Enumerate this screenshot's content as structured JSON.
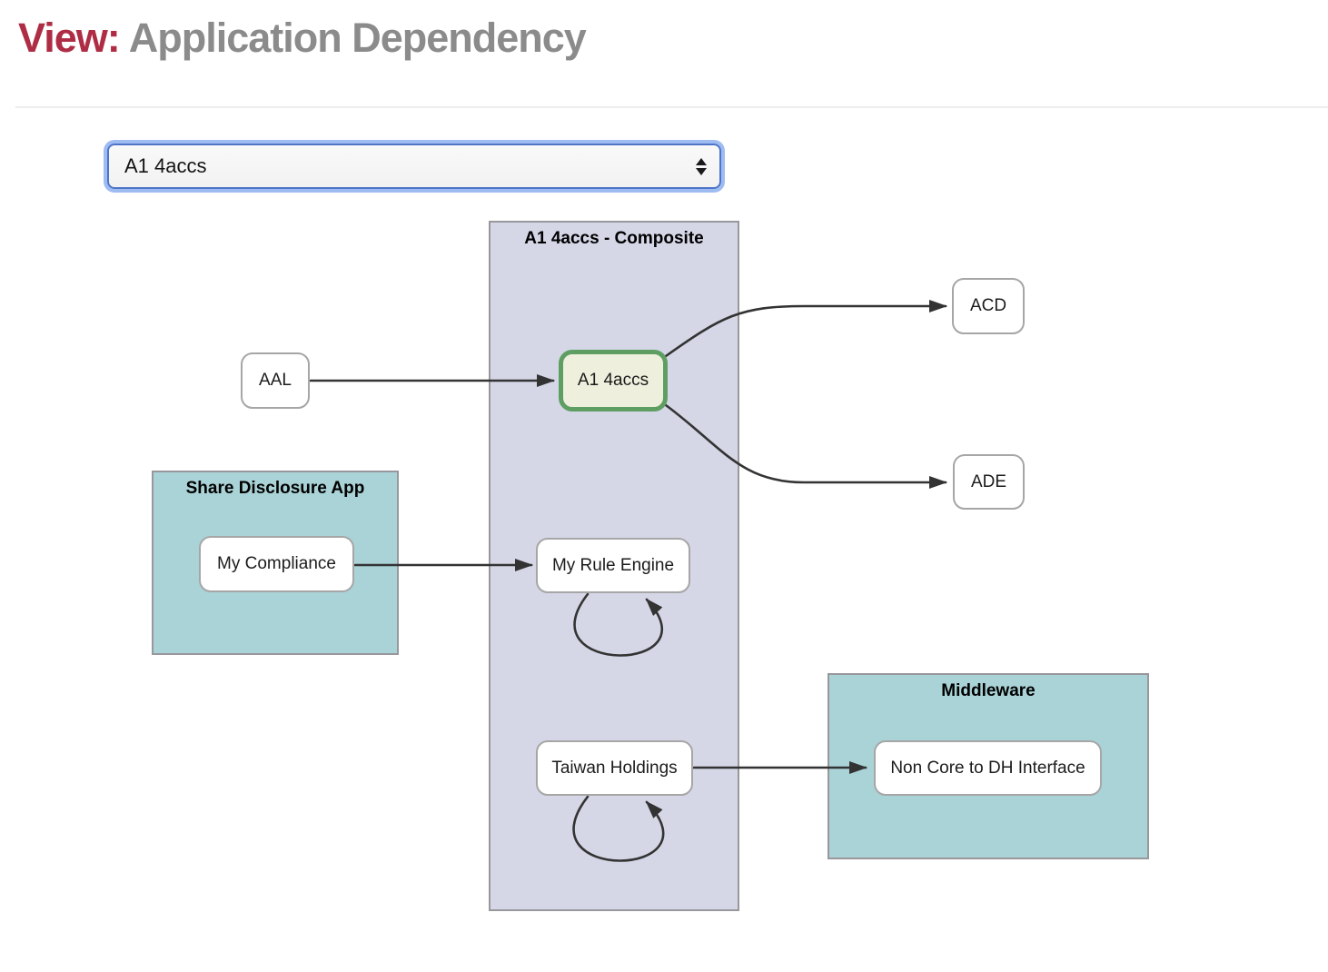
{
  "header": {
    "view_label": "View:",
    "title": "Application Dependency",
    "accent_color": "#ae2d44",
    "title_color": "#8b8b8b"
  },
  "view_selector": {
    "selected_value": "A1 4accs",
    "stepper_icon": "up-down-arrows",
    "focus_ring_color": "#9fbcf2"
  },
  "diagram": {
    "containers": [
      {
        "id": "composite",
        "label": "A1 4accs - Composite",
        "fill": "#d5d7e7"
      },
      {
        "id": "share-disclosure-app",
        "label": "Share Disclosure App",
        "fill": "#aad3d7"
      },
      {
        "id": "middleware",
        "label": "Middleware",
        "fill": "#aad3d7"
      }
    ],
    "nodes": [
      {
        "id": "aal",
        "label": "AAL",
        "container": null,
        "highlighted": false
      },
      {
        "id": "a1-4accs",
        "label": "A1 4accs",
        "container": "composite",
        "highlighted": true
      },
      {
        "id": "acd",
        "label": "ACD",
        "container": null,
        "highlighted": false
      },
      {
        "id": "ade",
        "label": "ADE",
        "container": null,
        "highlighted": false
      },
      {
        "id": "my-compliance",
        "label": "My Compliance",
        "container": "share-disclosure-app",
        "highlighted": false
      },
      {
        "id": "my-rule-engine",
        "label": "My Rule Engine",
        "container": "composite",
        "highlighted": false
      },
      {
        "id": "taiwan-holdings",
        "label": "Taiwan Holdings",
        "container": "composite",
        "highlighted": false
      },
      {
        "id": "non-core-to-dh-interface",
        "label": "Non Core to DH Interface",
        "container": "middleware",
        "highlighted": false
      }
    ],
    "edges": [
      {
        "from": "AAL",
        "to": "A1 4accs",
        "type": "arrow"
      },
      {
        "from": "A1 4accs",
        "to": "ACD",
        "type": "arrow"
      },
      {
        "from": "A1 4accs",
        "to": "ADE",
        "type": "arrow"
      },
      {
        "from": "My Compliance",
        "to": "My Rule Engine",
        "type": "arrow"
      },
      {
        "from": "My Rule Engine",
        "to": "My Rule Engine",
        "type": "self-loop"
      },
      {
        "from": "Taiwan Holdings",
        "to": "Non Core to DH Interface",
        "type": "arrow"
      },
      {
        "from": "Taiwan Holdings",
        "to": "Taiwan Holdings",
        "type": "self-loop"
      }
    ],
    "colors": {
      "composite_fill": "#d5d7e7",
      "group_fill": "#aad3d7",
      "container_border": "#98989c",
      "node_border": "#a6a6a6",
      "node_fill": "#ffffff",
      "highlight_border": "#5f9e63",
      "highlight_fill": "#efefdd",
      "edge": "#333333"
    }
  }
}
